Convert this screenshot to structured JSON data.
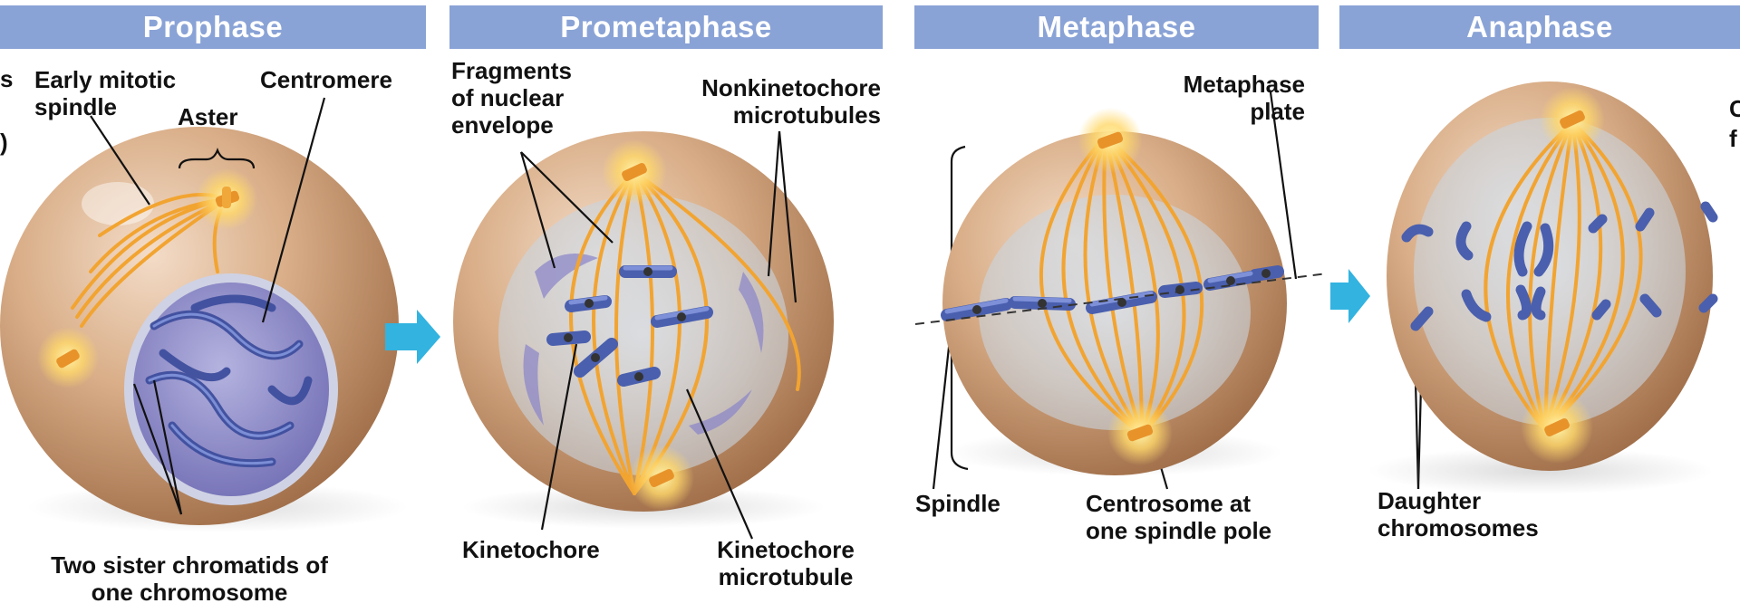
{
  "headers": {
    "prophase": "Prophase",
    "prometaphase": "Prometaphase",
    "metaphase": "Metaphase",
    "anaphase": "Anaphase"
  },
  "labels": {
    "cut_left_1": "s",
    "cut_left_2": ")",
    "early_spindle": "Early mitotic\nspindle",
    "aster": "Aster",
    "centromere": "Centromere",
    "sister_chromatids": "Two sister chromatids of\none chromosome",
    "fragments": "Fragments\nof nuclear\nenvelope",
    "nonkinetochore": "Nonkinetochore\nmicrotubules",
    "kinetochore": "Kinetochore",
    "kinetochore_mt": "Kinetochore\nmicrotubule",
    "metaphase_plate": "Metaphase\nplate",
    "spindle": "Spindle",
    "centrosome": "Centrosome at\none spindle pole",
    "daughter": "Daughter\nchromosomes",
    "cut_right_1": "C",
    "cut_right_2": "f"
  },
  "colors": {
    "header": "#8aa3d6",
    "cell": "#c89a74",
    "microtubule": "#f2a431",
    "chromosome": "#5b6fb8",
    "arrow": "#32b3e0"
  }
}
